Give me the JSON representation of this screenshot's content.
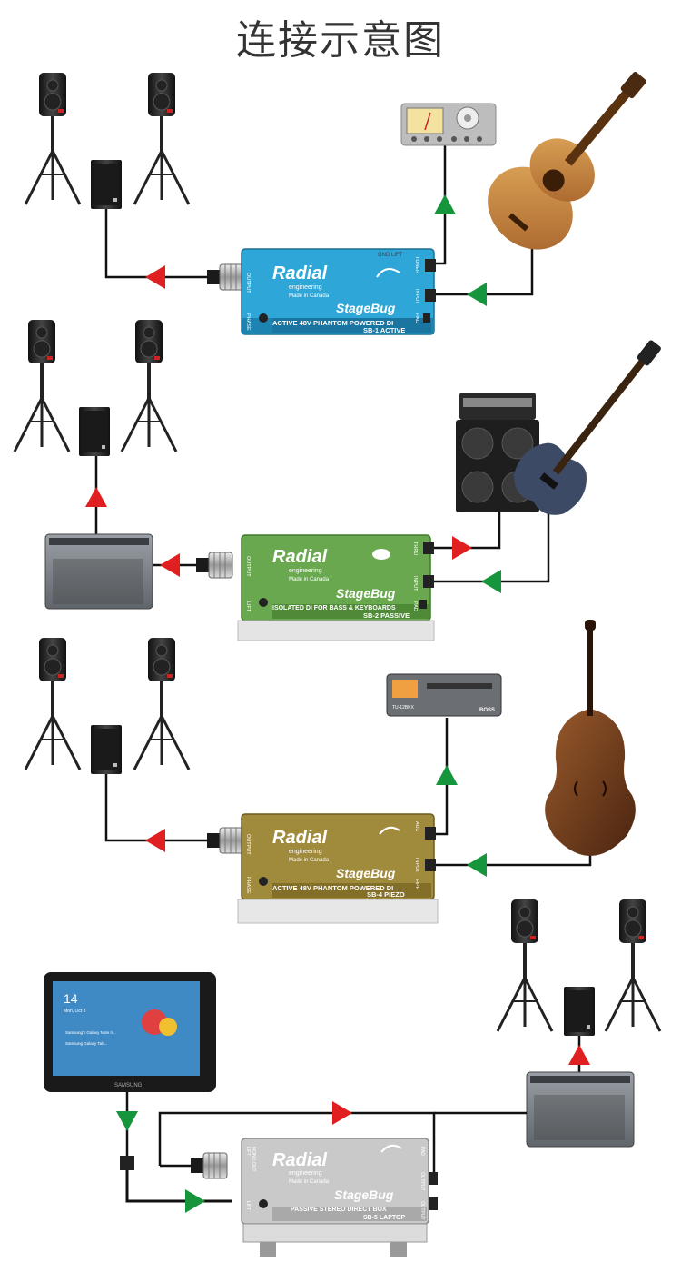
{
  "title": "连接示意图",
  "brand": {
    "name": "Radial",
    "sub": "engineering",
    "made": "Made in Canada"
  },
  "boxes": [
    {
      "id": "sb1",
      "model": "StageBug",
      "subtitle": "ACTIVE 48V PHANTOM POWERED DI",
      "badge": "SB-1 ACTIVE",
      "left_labels": [
        "OUTPUT",
        "PHASE"
      ],
      "right_labels": [
        "TUNER",
        "INPUT",
        "PAD"
      ],
      "top_label": "GND LIFT",
      "color": "#2ea6d8"
    },
    {
      "id": "sb2",
      "model": "StageBug",
      "subtitle": "ISOLATED DI FOR BASS & KEYBOARDS",
      "badge": "SB-2 PASSIVE",
      "left_labels": [
        "OUTPUT",
        "LIFT"
      ],
      "right_labels": [
        "THRU",
        "INPUT",
        "PAD"
      ],
      "top_label": "",
      "color": "#6aa84f"
    },
    {
      "id": "sb4",
      "model": "StageBug",
      "subtitle": "ACTIVE 48V PHANTOM POWERED DI",
      "badge": "SB-4 PIEZO",
      "left_labels": [
        "OUTPUT",
        "PHASE"
      ],
      "right_labels": [
        "AUX",
        "INPUT",
        "HPF"
      ],
      "top_label": "",
      "color": "#a08a3c"
    },
    {
      "id": "sb5",
      "model": "StageBug",
      "subtitle": "PASSIVE STEREO DIRECT BOX",
      "badge": "SB-5 LAPTOP",
      "left_labels": [
        "LIFT",
        "MONO OUT",
        "LIFT"
      ],
      "right_labels": [
        "PAD",
        "OUTPUT",
        "OUTPUT"
      ],
      "top_label": "",
      "color": "#c9c9c9"
    }
  ],
  "tuner_box_label": "TU-12BKX",
  "tuner_brand": "BOSS",
  "tablet": {
    "brand": "SAMSUNG",
    "clock": "14",
    "clock_sub": "Mon, Oct 8",
    "news": [
      "Samsung's Galaxy Note II...",
      "Samsung Galaxy Tab..."
    ]
  },
  "colors": {
    "arrow_out": "#e02020",
    "arrow_in": "#17953c",
    "cable": "#111111"
  }
}
